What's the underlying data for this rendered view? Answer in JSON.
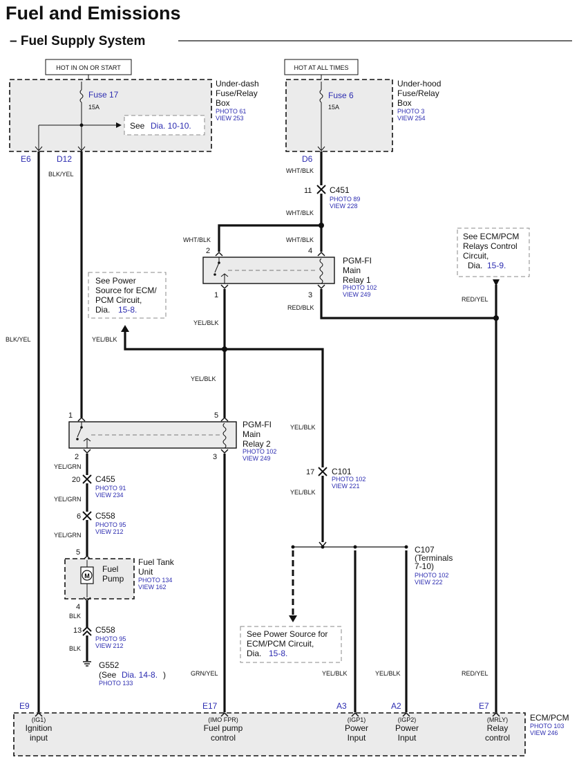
{
  "header": {
    "title": "Fuel and Emissions",
    "subtitle": "– Fuel Supply System"
  },
  "fuse_boxes": {
    "underdash": {
      "hot_label": "HOT IN ON OR START",
      "fuse_name": "Fuse 17",
      "fuse_amp": "15A",
      "name_lines": [
        "Under-dash",
        "Fuse/Relay",
        "Box"
      ],
      "photo": "PHOTO 61",
      "view": "VIEW 253",
      "ref_prefix": "See",
      "ref_link": "Dia.  10-10.",
      "pin_left": "E6",
      "pin_right": "D12"
    },
    "underhood": {
      "hot_label": "HOT AT ALL TIMES",
      "fuse_name": "Fuse 6",
      "fuse_amp": "15A",
      "name_lines": [
        "Under-hood",
        "Fuse/Relay",
        "Box"
      ],
      "photo": "PHOTO 3",
      "view": "VIEW 254",
      "pin": "D6"
    }
  },
  "wires": {
    "w_d6": "WHT/BLK",
    "w_c451_out": "WHT/BLK",
    "w_r1p2": "WHT/BLK",
    "w_r1p4": "WHT/BLK",
    "w_blkyel_top": "BLK/YEL",
    "w_blkyel_left": "BLK/YEL",
    "w_redblk": "RED/BLK",
    "w_redyel": "RED/YEL",
    "w_yelblk_r1": "YEL/BLK",
    "w_yelblk_left": "YEL/BLK",
    "w_yelblk_r2": "YEL/BLK",
    "w_yelblk_c101": "YEL/BLK",
    "w_yelblk_c101b": "YEL/BLK",
    "w_yelgrn1": "YEL/GRN",
    "w_yelgrn2": "YEL/GRN",
    "w_yelgrn3": "YEL/GRN",
    "w_blk1": "BLK",
    "w_blk2": "BLK",
    "w_grnyel": "GRN/YEL",
    "w_yelblk_a3": "YEL/BLK",
    "w_yelblk_a2": "YEL/BLK",
    "w_redyel_e7": "RED/YEL"
  },
  "connectors": {
    "c451": {
      "pin": "11",
      "name": "C451",
      "photo": "PHOTO 89",
      "view": "VIEW 228"
    },
    "c455": {
      "pin": "20",
      "name": "C455",
      "photo": "PHOTO 91",
      "view": "VIEW 234"
    },
    "c558a": {
      "pin": "6",
      "name": "C558",
      "photo": "PHOTO 95",
      "view": "VIEW 212"
    },
    "c558b": {
      "pin": "13",
      "name": "C558",
      "photo": "PHOTO 95",
      "view": "VIEW 212"
    },
    "c101": {
      "pin": "17",
      "name": "C101",
      "photo": "PHOTO 102",
      "view": "VIEW 221"
    },
    "c107": {
      "name": "C107",
      "terms_1": "(Terminals",
      "terms_2": "7-10)",
      "photo": "PHOTO 102",
      "view": "VIEW 222"
    }
  },
  "relay1": {
    "name_lines": [
      "PGM-FI",
      "Main",
      "Relay 1"
    ],
    "photo": "PHOTO 102",
    "view": "VIEW 249",
    "pins": {
      "p2": "2",
      "p4": "4",
      "p1": "1",
      "p3": "3"
    }
  },
  "relay2": {
    "name_lines": [
      "PGM-FI",
      "Main",
      "Relay 2"
    ],
    "photo": "PHOTO 102",
    "view": "VIEW 249",
    "pins": {
      "p1": "1",
      "p5": "5",
      "p2": "2",
      "p3": "3"
    }
  },
  "fuel_pump": {
    "label_lines": [
      "Fuel",
      "Pump"
    ],
    "motor": "M",
    "unit_lines": [
      "Fuel Tank",
      "Unit"
    ],
    "photo": "PHOTO 134",
    "view": "VIEW 162",
    "pin_top": "5",
    "pin_bottom": "4"
  },
  "ground": {
    "name": "G552",
    "ref_prefix": "(See ",
    "ref_link": "Dia.  14-8.",
    "ref_suffix": ")",
    "photo": "PHOTO 133"
  },
  "references": {
    "ecm_power": {
      "lines": [
        "See Power",
        "Source for ECM/",
        "PCM Circuit,"
      ],
      "prefix": "Dia.",
      "link": "15-8."
    },
    "ecm_relays": {
      "lines": [
        "See ECM/PCM",
        "Relays Control",
        "Circuit,"
      ],
      "prefix": "Dia.",
      "link": "15-9."
    },
    "ecm_power2": {
      "lines": [
        "See Power Source for",
        "ECM/PCM Circuit,"
      ],
      "prefix": "Dia.",
      "link": "15-8."
    }
  },
  "ecm": {
    "name": "ECM/PCM",
    "photo": "PHOTO 103",
    "view": "VIEW 246",
    "pins": [
      {
        "pin": "E9",
        "code": "(IG1)",
        "line1": "Ignition",
        "line2": "input"
      },
      {
        "pin": "E17",
        "code": "(IMO FPR)",
        "line1": "Fuel pump",
        "line2": "control"
      },
      {
        "pin": "A3",
        "code": "(IGP1)",
        "line1": "Power",
        "line2": "Input"
      },
      {
        "pin": "A2",
        "code": "(IGP2)",
        "line1": "Power",
        "line2": "Input"
      },
      {
        "pin": "E7",
        "code": "(MRLY)",
        "line1": "Relay",
        "line2": "control"
      }
    ]
  },
  "colors": {
    "wire": "#111111",
    "component_fill": "#ebebeb",
    "link_blue": "#2b2bb0"
  }
}
